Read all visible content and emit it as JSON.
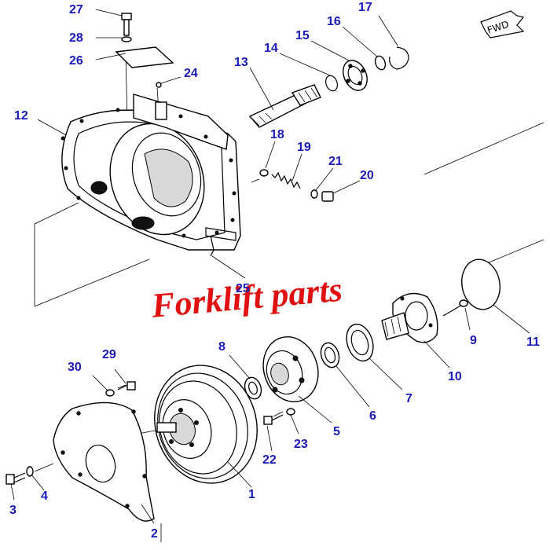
{
  "watermark": "Forklift  parts",
  "direction_label": "FWD",
  "callouts": {
    "c1": "1",
    "c2": "2",
    "c3": "3",
    "c4": "4",
    "c5": "5",
    "c6": "6",
    "c7": "7",
    "c8": "8",
    "c9": "9",
    "c10": "10",
    "c11": "11",
    "c12": "12",
    "c13": "13",
    "c14": "14",
    "c15": "15",
    "c16": "16",
    "c17": "17",
    "c18": "18",
    "c19": "19",
    "c20": "20",
    "c21": "21",
    "c22": "22",
    "c23": "23",
    "c24": "24",
    "c25": "25",
    "c26": "26",
    "c27": "27",
    "c28": "28",
    "c29": "29",
    "c30": "30"
  },
  "colors": {
    "callout": "#1a1ab8",
    "watermark": "#e01010",
    "line": "#000000"
  }
}
